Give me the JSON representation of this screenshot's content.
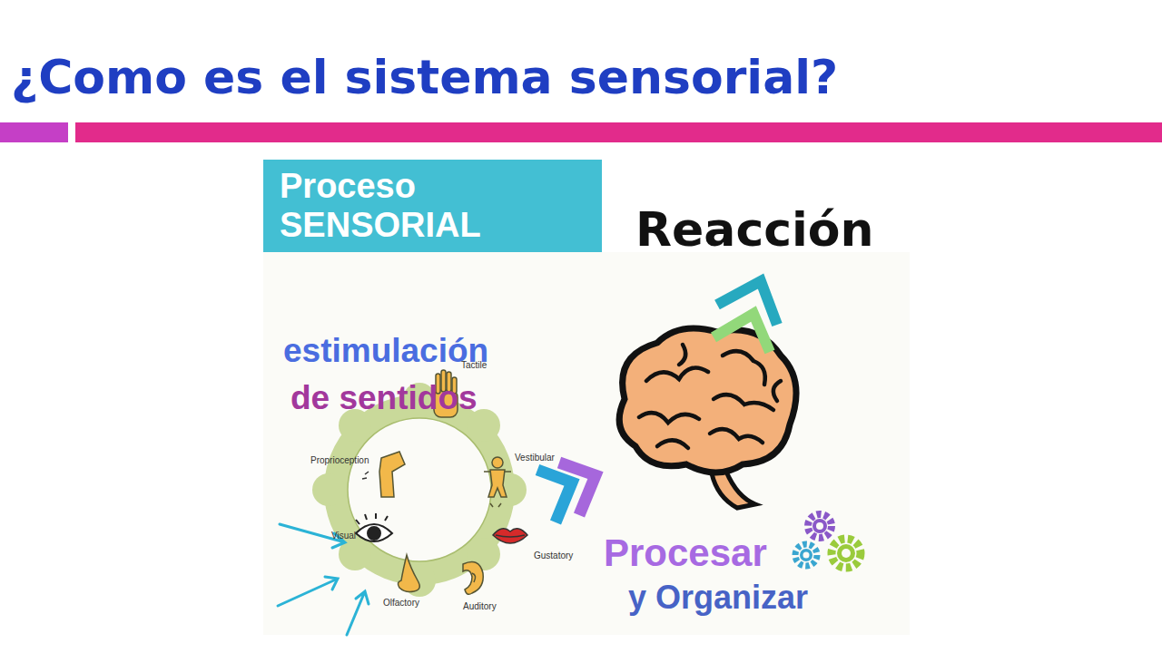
{
  "diagram": {
    "title": "¿Como es el sistema sensorial?",
    "nodes": [
      {
        "text": [
          "Proceso SENSORIAL"
        ]
      }
    ],
    "labels": [
      "Reacción",
      "estimulación",
      "de sentidos",
      "Procesar",
      "y Organizar",
      "Tactile",
      "Vestibular",
      "Gustatory",
      "Auditory",
      "Olfactory",
      "Visual",
      "Proprioception"
    ]
  }
}
